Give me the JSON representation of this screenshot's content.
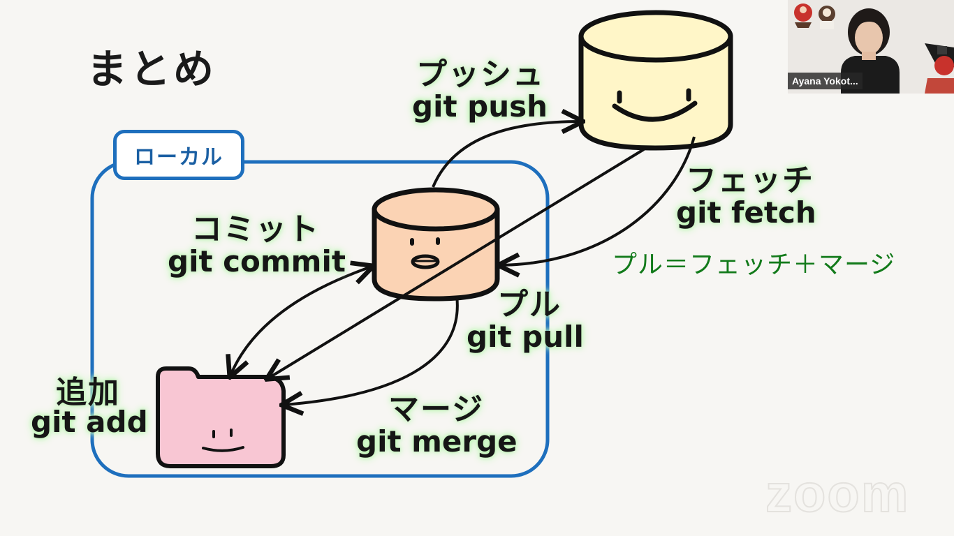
{
  "slide": {
    "title": "まとめ",
    "local_tag": "ローカル",
    "labels": {
      "push_jp": "プッシュ",
      "push_cmd": "git push",
      "fetch_jp": "フェッチ",
      "fetch_cmd": "git fetch",
      "pull_note": "プル＝フェッチ＋マージ",
      "commit_jp": "コミット",
      "commit_cmd": "git commit",
      "pull_jp": "プル",
      "pull_cmd": "git pull",
      "add_jp": "追加",
      "add_cmd": "git add",
      "merge_jp": "マージ",
      "merge_cmd": "git merge"
    },
    "colors": {
      "local_border": "#1e6fbd",
      "remote_repo_fill": "#fff6c8",
      "local_repo_fill": "#fbd3b4",
      "folder_fill": "#f8c6d3",
      "note_text": "#127a1a",
      "label_glow": "#b9f5b0"
    }
  },
  "participant": {
    "name": "Ayana Yokot..."
  },
  "watermark": {
    "text": "zoom"
  }
}
